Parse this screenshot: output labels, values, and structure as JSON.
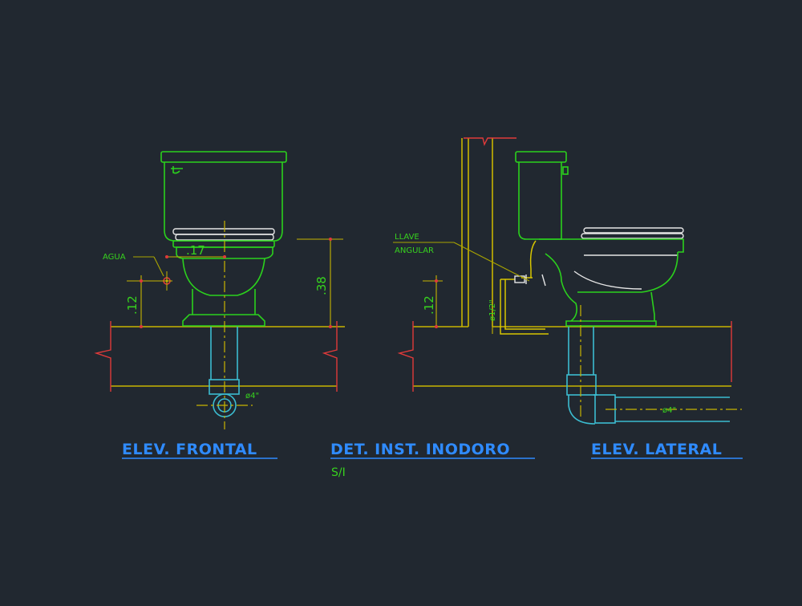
{
  "drawing": {
    "labels": {
      "agua": "AGUA",
      "llave": "LLAVE",
      "angular": "ANGULAR",
      "dim_17": ".17",
      "dim_38": ".38",
      "dim_12_front": ".12",
      "dim_12_side": ".12",
      "pipe_half": "ø1/2\"",
      "pipe_4_front": "ø4\"",
      "pipe_4_side": "ø4\""
    },
    "titles": {
      "front": "ELEV. FRONTAL",
      "detail": "DET. INST. INODORO",
      "side": "ELEV. LATERAL",
      "scale": "S/I"
    },
    "colors": {
      "background": "#212830",
      "fixture": "#2bd11d",
      "white": "#e6e6e6",
      "dimension": "#c8b400",
      "pipe": "#3bbcd0",
      "break": "#e03a3a",
      "title": "#2f8bff",
      "leader": "#a9a400"
    }
  }
}
